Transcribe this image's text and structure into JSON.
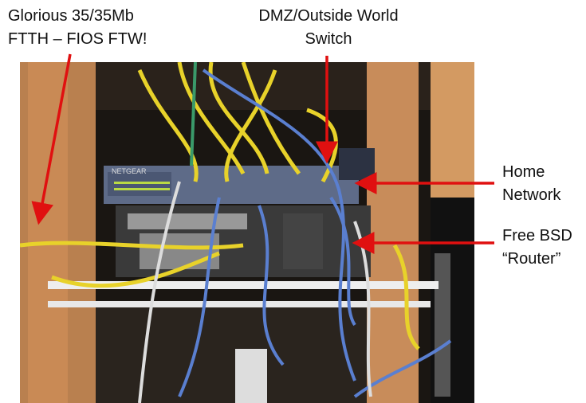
{
  "annotations": {
    "fios": [
      "Glorious 35/35Mb",
      "FTTH – FIOS FTW!"
    ],
    "dmz": [
      "DMZ/Outside World",
      "Switch"
    ],
    "home": [
      "Home",
      "Network"
    ],
    "router": [
      "Free BSD",
      "“Router”"
    ]
  },
  "photo": {
    "switch_brand": "NETGEAR"
  },
  "colors": {
    "arrow": "#e01010",
    "yellow_cable": "#e8d22a",
    "blue_cable": "#5a7fd0",
    "wood": "#c98a55"
  }
}
